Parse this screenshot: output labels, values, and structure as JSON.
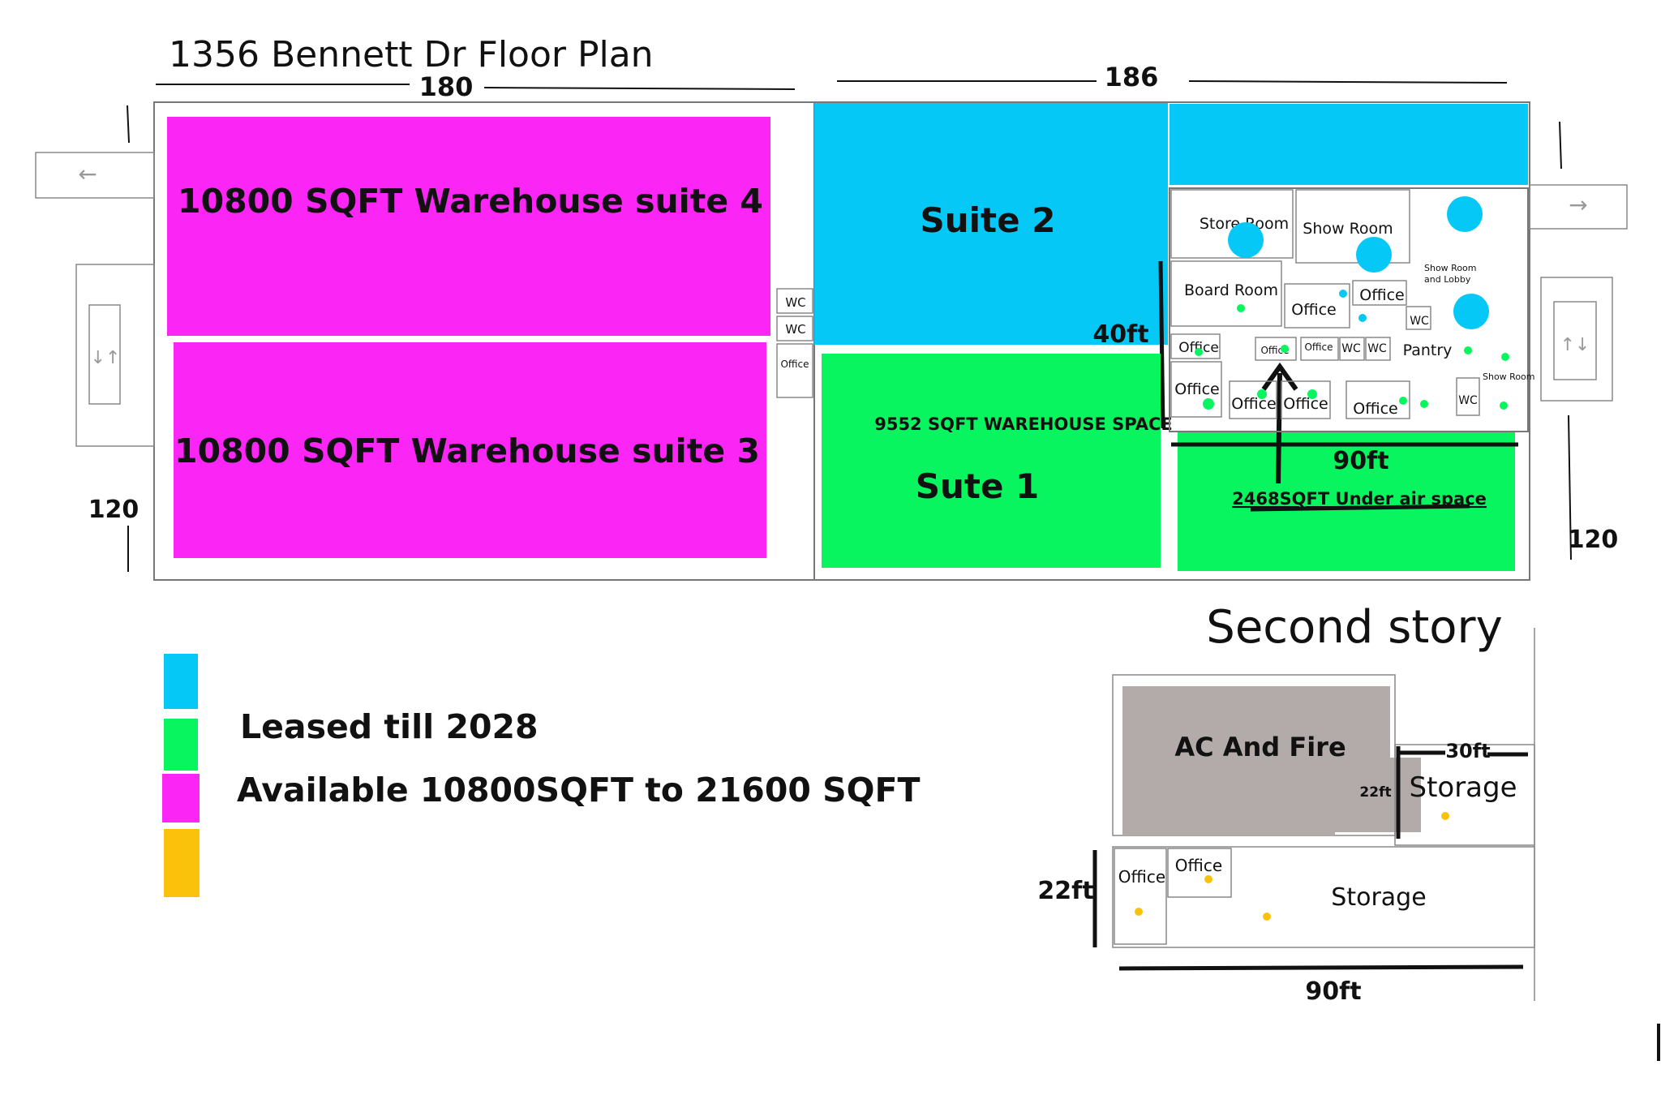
{
  "title": "1356 Bennett Dr Floor Plan",
  "colors": {
    "cyan": "#06C8F6",
    "green": "#08F560",
    "magenta": "#FB26F6",
    "orange": "#FBC20C",
    "gray": "#B3AAAA"
  },
  "dimensions": {
    "top_left": "180",
    "top_right": "186",
    "left": "120",
    "right": "120",
    "suite2_height": "40ft",
    "office_width": "90ft",
    "second_left": "22ft",
    "second_bottom": "90ft",
    "storage_width": "30ft",
    "storage_height": "22ft"
  },
  "spaces": {
    "suite4": "10800 SQFT Warehouse suite 4",
    "suite3": "10800 SQFT Warehouse suite 3",
    "suite2": "Suite 2",
    "suite1_area": "9552 SQFT WAREHOUSE SPACE",
    "suite1": "Sute 1",
    "under_air": "2468SQFT Under air space"
  },
  "rooms": {
    "wc": "WC",
    "office": "Office",
    "store_room": "Store Room",
    "show_room": "Show Room",
    "show_room_lobby_1": "Show Room",
    "show_room_lobby_2": "and Lobby",
    "board_room": "Board Room",
    "pantry": "Pantry",
    "show_room_small": "Show Room"
  },
  "second_story": {
    "title": "Second story",
    "ac_and_fire": "AC And Fire",
    "storage": "Storage"
  },
  "legend": [
    {
      "color": "#06C8F6",
      "label": ""
    },
    {
      "color": "#08F560",
      "label": "Leased till 2028"
    },
    {
      "color": "#FB26F6",
      "label": "Available 10800SQFT to 21600 SQFT"
    },
    {
      "color": "#FBC20C",
      "label": ""
    }
  ]
}
